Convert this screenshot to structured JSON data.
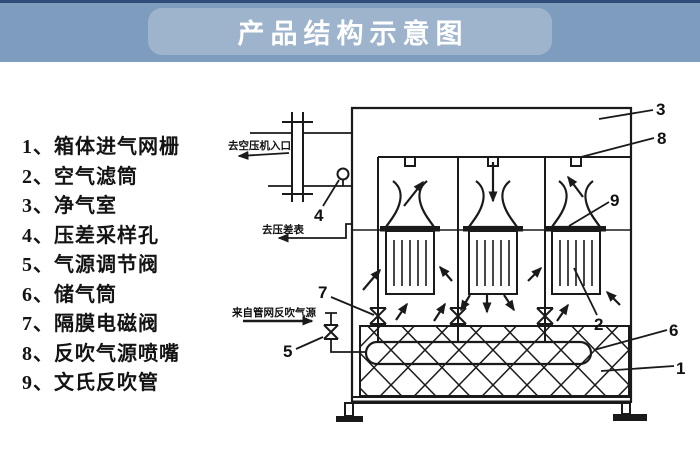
{
  "banner": {
    "title": "产品结构示意图"
  },
  "legend": {
    "items": [
      {
        "text": "1、箱体进气网栅"
      },
      {
        "text": "2、空气滤筒"
      },
      {
        "text": "3、净气室"
      },
      {
        "text": "4、压差采样孔"
      },
      {
        "text": "5、气源调节阀"
      },
      {
        "text": "6、储气筒"
      },
      {
        "text": "7、隔膜电磁阀"
      },
      {
        "text": "8、反吹气源喷嘴"
      },
      {
        "text": "9、文氏反吹管"
      }
    ]
  },
  "diagram": {
    "annotations": {
      "to_compressor": "去空压机入口",
      "to_pressure_gauge": "去压差表",
      "backflush_source": "来自管网反吹气源"
    },
    "callouts": {
      "n1": "1",
      "n2": "2",
      "n3": "3",
      "n4": "4",
      "n5": "5",
      "n6": "6",
      "n7": "7",
      "n8": "8",
      "n9": "9"
    }
  },
  "colors": {
    "banner_band": "#7e9cbe",
    "banner_pill": "#9eb4cc",
    "banner_top_line": "#2e4d78",
    "title_text": "#ffffff",
    "line_art": "#1a1a1a",
    "background": "#ffffff"
  }
}
